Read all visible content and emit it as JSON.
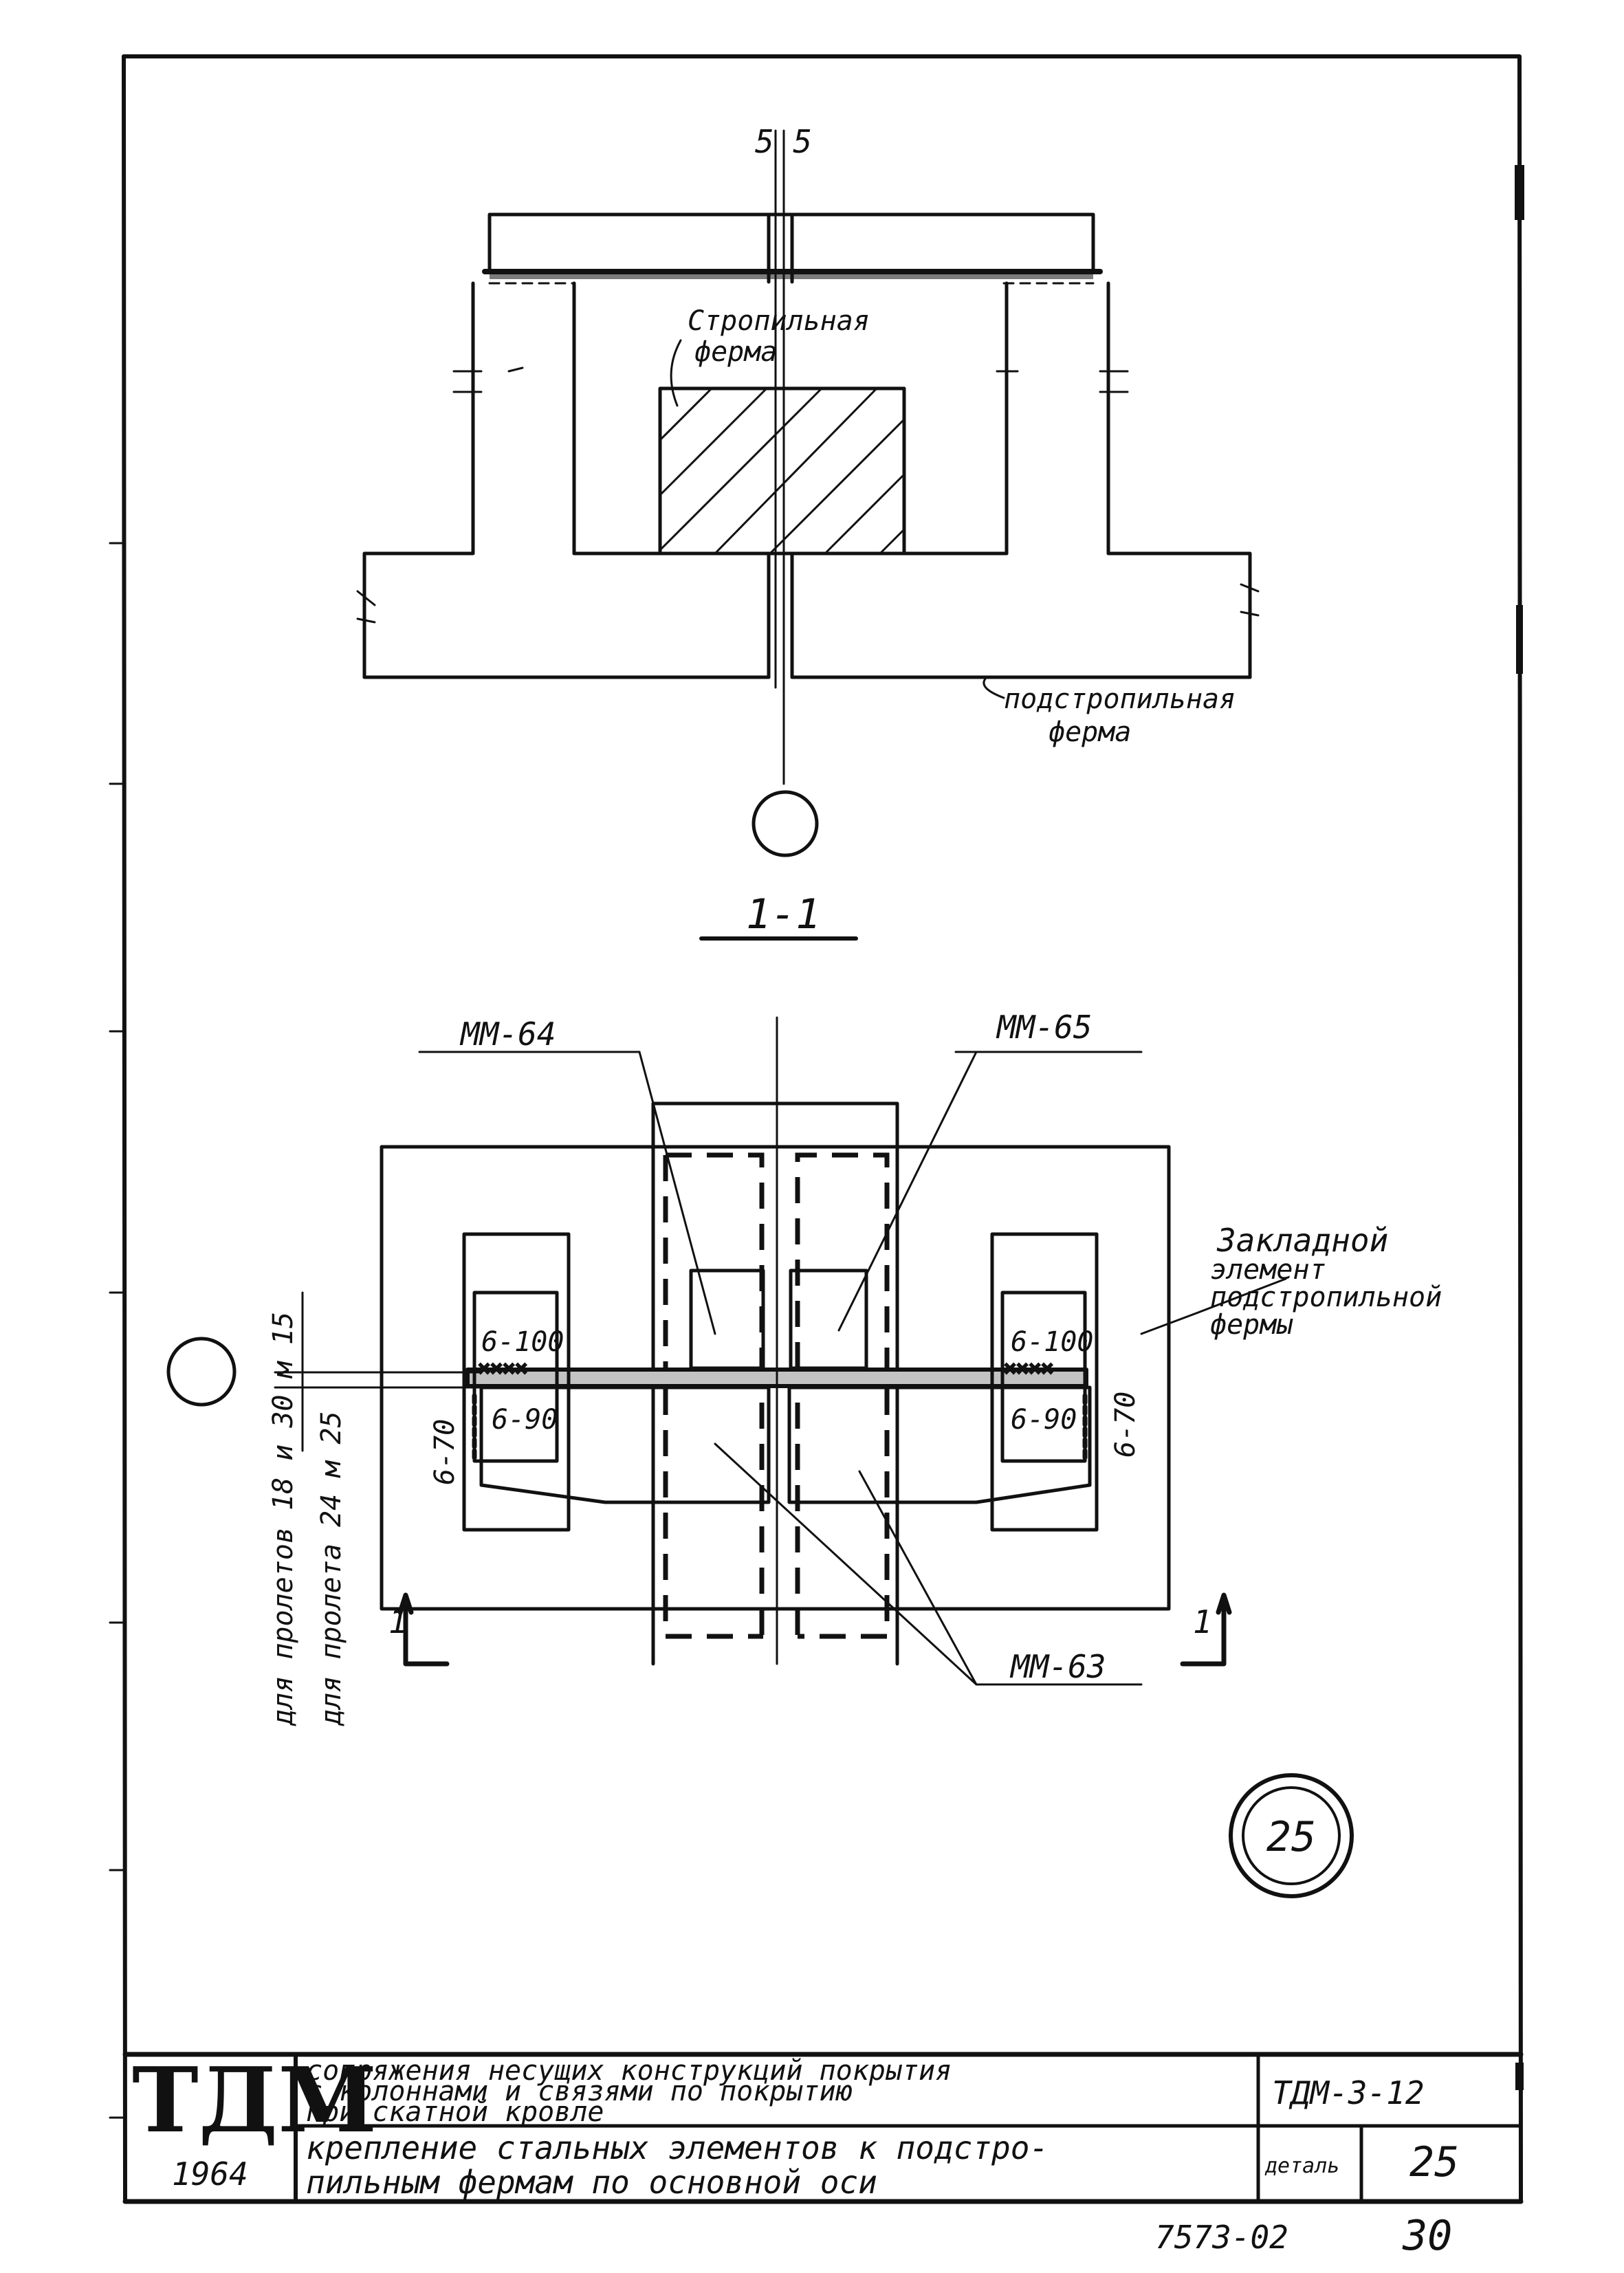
{
  "section_top": {
    "section_mark": "5  5",
    "truss_label_l1": "Стропильная",
    "truss_label_l2": "ферма",
    "subtruss_label_l1": "подстропильная",
    "subtruss_label_l2": "ферма"
  },
  "section_bottom": {
    "section_title": "1-1",
    "part_mm64": "ММ-64",
    "part_mm65": "ММ-65",
    "part_mm63": "ММ-63",
    "embed_label_l1": "Закладной",
    "embed_label_l2": "элемент",
    "embed_label_l3": "подстропильной",
    "embed_label_l4": "фермы",
    "weld_left_top": "6-100",
    "weld_left_mid": "6-90",
    "weld_left_side": "6-70",
    "weld_right_top": "6-100",
    "weld_right_mid": "6-90",
    "weld_right_side": "6-70",
    "span_note_1": "для пролетов 18 и 30 м 15",
    "span_note_2": "для пролета 24 м 25",
    "cut_mark_left": "1",
    "cut_mark_right": "1"
  },
  "detail_badge": "25",
  "title_block": {
    "logo": "ТДМ",
    "year": "1964",
    "title_line1": "сопряжения несущих конструкций покрытия",
    "title_line2": "с колоннами и связями по покрытию",
    "title_line3": "при скатной кровле",
    "subtitle_line1": "крепление стальных элементов к подстро-",
    "subtitle_line2": "пильным фермам по основной оси",
    "series_code": "ТДМ-3-12",
    "detail_label": "деталь",
    "detail_number": "25"
  },
  "footer_code": "7573-02",
  "sheet_number": "30"
}
